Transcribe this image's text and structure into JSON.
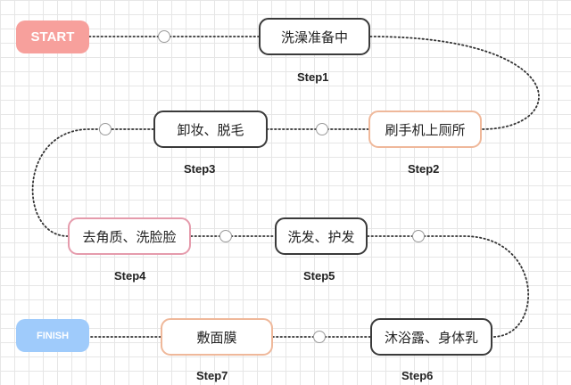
{
  "start_label": "START",
  "finish_label": "FINISH",
  "steps": [
    {
      "label": "洗澡准备中",
      "step": "Step1"
    },
    {
      "label": "刷手机上厕所",
      "step": "Step2"
    },
    {
      "label": "卸妆、脱毛",
      "step": "Step3"
    },
    {
      "label": "去角质、洗脸脸",
      "step": "Step4"
    },
    {
      "label": "洗发、护发",
      "step": "Step5"
    },
    {
      "label": "沐浴露、身体乳",
      "step": "Step6"
    },
    {
      "label": "敷面膜",
      "step": "Step7"
    }
  ],
  "colors": {
    "start": "#f7a09c",
    "finish": "#9fcbfb",
    "box_border": "#3a3a3a",
    "orange_border": "#efb89a",
    "pink_border": "#e59bac"
  }
}
